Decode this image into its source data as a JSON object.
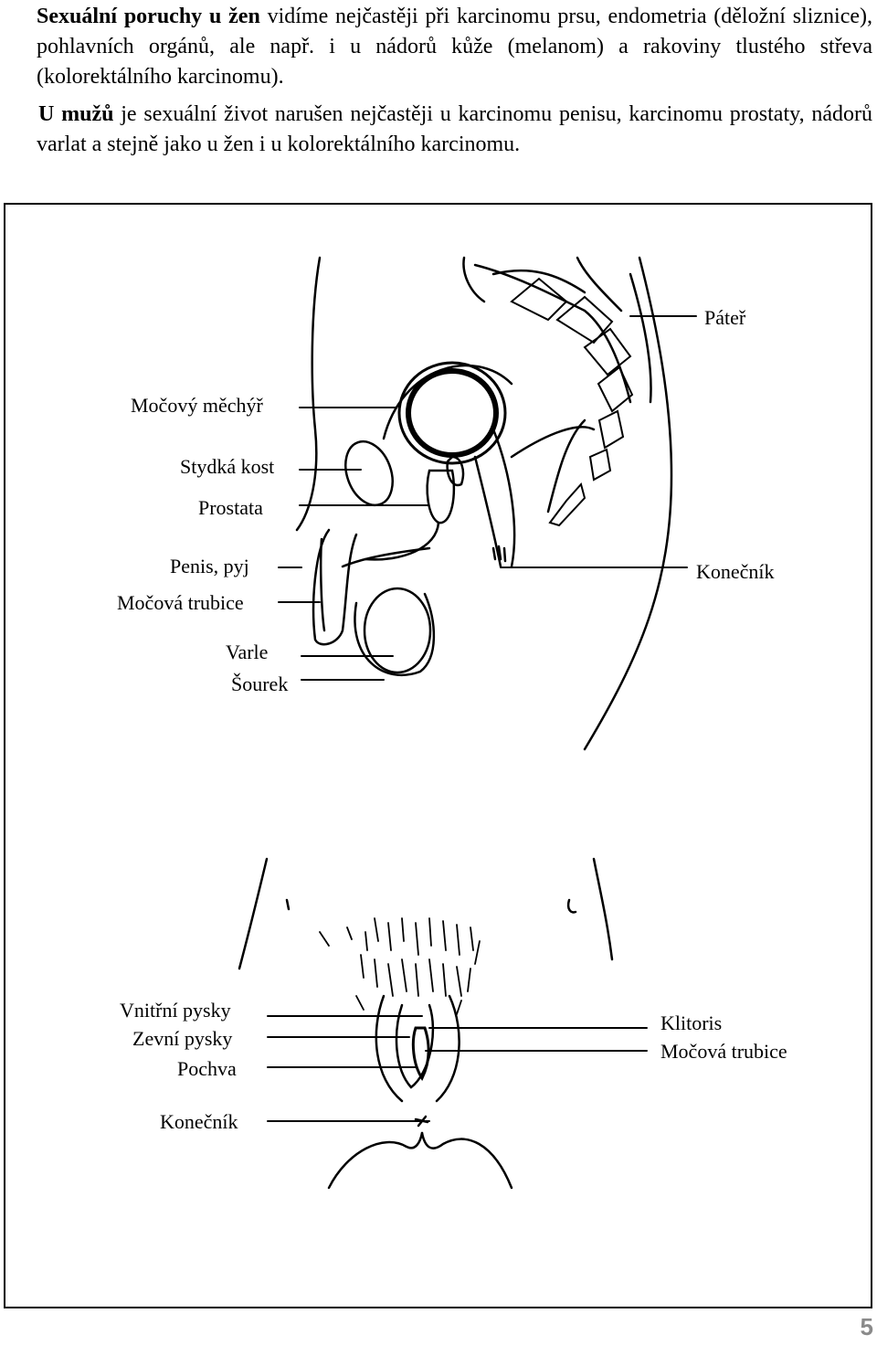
{
  "text": {
    "p1_bold": "Sexuální poruchy u žen",
    "p1_rest": " vidíme nejčastěji při karcinomu prsu, endometria (děložní sliznice), pohlavních orgánů, ale např. i u nádorů kůže (melanom) a rakoviny tlustého střeva (kolorektálního karcinomu).",
    "p2_bold": "U mužů",
    "p2_rest": " je sexuální život narušen nejčastěji u karcinomu penisu, karcinomu prostaty, nádorů varlat a stejně jako u žen i u kolorektálního karcinomu."
  },
  "male_labels": {
    "spine": "Páteř",
    "bladder": "Močový měchýř",
    "pubic_bone": "Stydká kost",
    "prostate": "Prostata",
    "penis": "Penis, pyj",
    "urethra": "Močová trubice",
    "rectum": "Konečník",
    "testis": "Varle",
    "scrotum": "Šourek"
  },
  "female_labels": {
    "labia_minora": "Vnitřní pysky",
    "labia_majora": "Zevní pysky",
    "vagina": "Pochva",
    "anus": "Konečník",
    "clitoris": "Klitoris",
    "urethra": "Močová trubice"
  },
  "page_number": "5"
}
